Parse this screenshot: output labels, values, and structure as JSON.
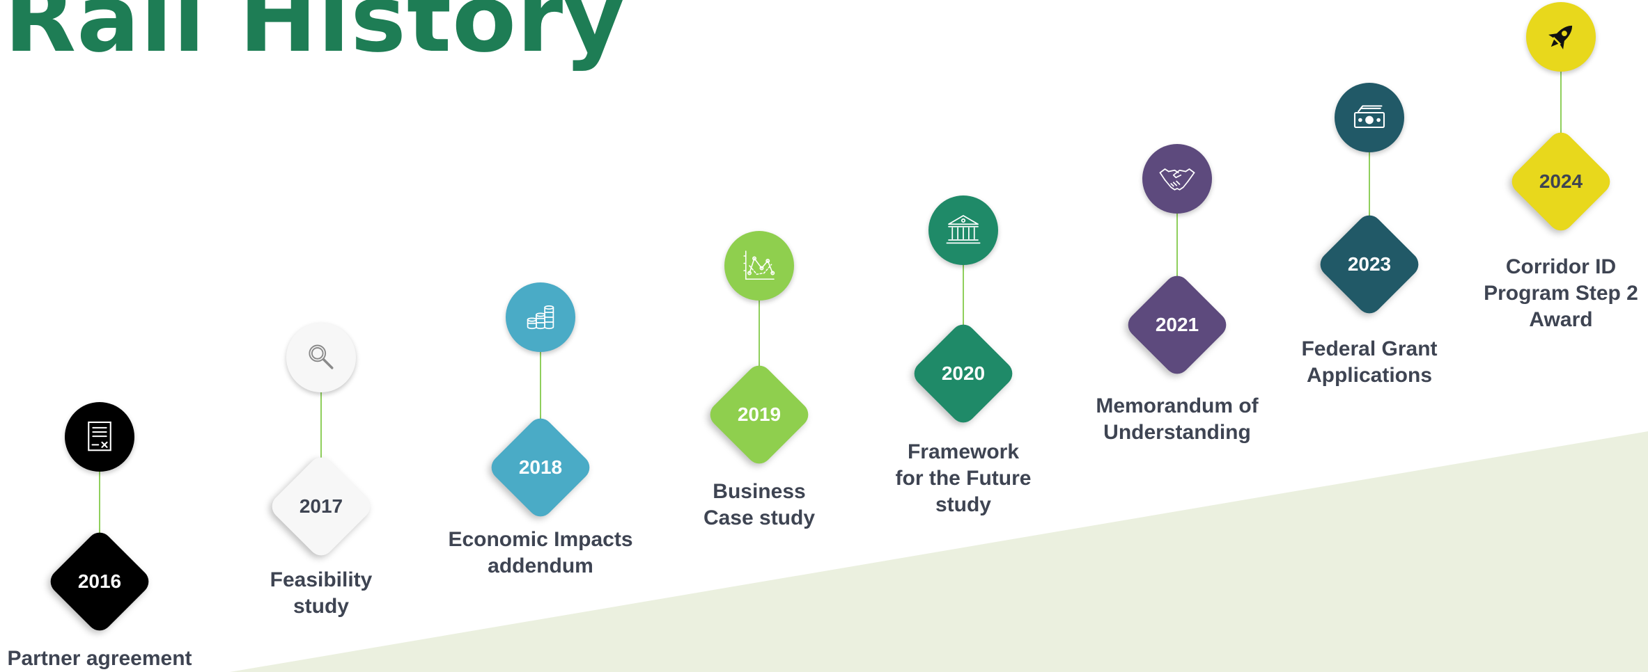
{
  "title": "Rail History",
  "colors": {
    "title": "#1e7d55",
    "stem": "#8fcf5c",
    "caption": "#3e4452",
    "background_wedge": "#ebf0df"
  },
  "milestones": [
    {
      "year": "2016",
      "caption": [
        "Partner agreement"
      ],
      "icon": "document-x-icon",
      "color": "#000000",
      "year_color": "#ffffff"
    },
    {
      "year": "2017",
      "caption": [
        "Feasibility",
        "study"
      ],
      "icon": "magnifier-icon",
      "color": "#f7f7f7",
      "year_color": "#3e4452"
    },
    {
      "year": "2018",
      "caption": [
        "Economic Impacts",
        "addendum"
      ],
      "icon": "coin-stacks-icon",
      "color": "#4aabc6",
      "year_color": "#ffffff"
    },
    {
      "year": "2019",
      "caption": [
        "Business",
        "Case study"
      ],
      "icon": "line-chart-icon",
      "color": "#8fcf4e",
      "year_color": "#ffffff"
    },
    {
      "year": "2020",
      "caption": [
        "Framework",
        "for the Future",
        "study"
      ],
      "icon": "bank-building-icon",
      "color": "#1f8a68",
      "year_color": "#ffffff"
    },
    {
      "year": "2021",
      "caption": [
        "Memorandum of",
        "Understanding"
      ],
      "icon": "handshake-icon",
      "color": "#5d4a7d",
      "year_color": "#ffffff"
    },
    {
      "year": "2023",
      "caption": [
        "Federal Grant",
        "Applications"
      ],
      "icon": "banknote-icon",
      "color": "#215967",
      "year_color": "#ffffff"
    },
    {
      "year": "2024",
      "caption": [
        "Corridor ID",
        "Program Step 2",
        "Award"
      ],
      "icon": "rocket-icon",
      "color": "#e8d81c",
      "year_color": "#3e4452"
    }
  ]
}
